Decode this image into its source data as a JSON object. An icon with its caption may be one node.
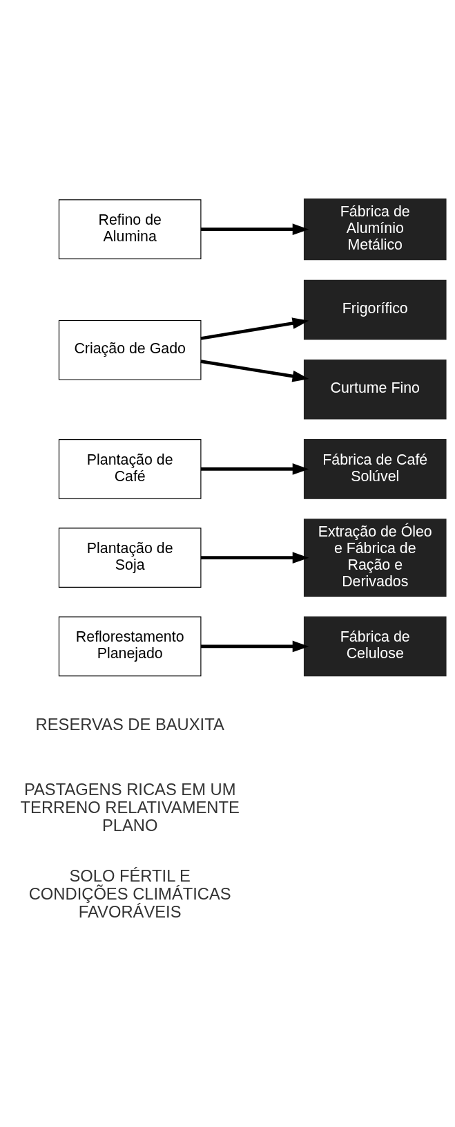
{
  "diagram": {
    "nodes": [
      {
        "text": [
          "Reflorestamento Planejado"
        ]
      },
      {
        "text": [
          "Plantação de Soja"
        ]
      },
      {
        "text": [
          "Plantação de Café"
        ]
      },
      {
        "text": [
          "Criação de Gado"
        ]
      },
      {
        "text": [
          "Refino de Alumina"
        ]
      },
      {
        "text": [
          "Fábrica de Celulose"
        ]
      },
      {
        "text": [
          "Extração de Óleo e Fábrica de Ração e Derivados"
        ]
      },
      {
        "text": [
          "Fábrica de Café Solúvel"
        ]
      },
      {
        "text": [
          "Frigorífico"
        ]
      },
      {
        "text": [
          "Curtume Fino"
        ]
      },
      {
        "text": [
          "Fábrica de Alumínio Metálico"
        ]
      }
    ],
    "edges": [
      {
        "from": 0,
        "to": 5,
        "arrow": "to"
      },
      {
        "from": 1,
        "to": 6,
        "arrow": "to"
      },
      {
        "from": 2,
        "to": 7,
        "arrow": "to"
      },
      {
        "from": 3,
        "to": 8,
        "arrow": "to"
      },
      {
        "from": 3,
        "to": 9,
        "arrow": "to"
      },
      {
        "from": 4,
        "to": 10,
        "arrow": "to"
      }
    ],
    "labels": [
      "SOLO FÉRTIL E CONDIÇÕES CLIMÁTICAS FAVORÁVEIS",
      "PASTAGENS RICAS EM UM TERRENO RELATIVAMENTE PLANO",
      "RESERVAS DE BAUXITA"
    ]
  }
}
